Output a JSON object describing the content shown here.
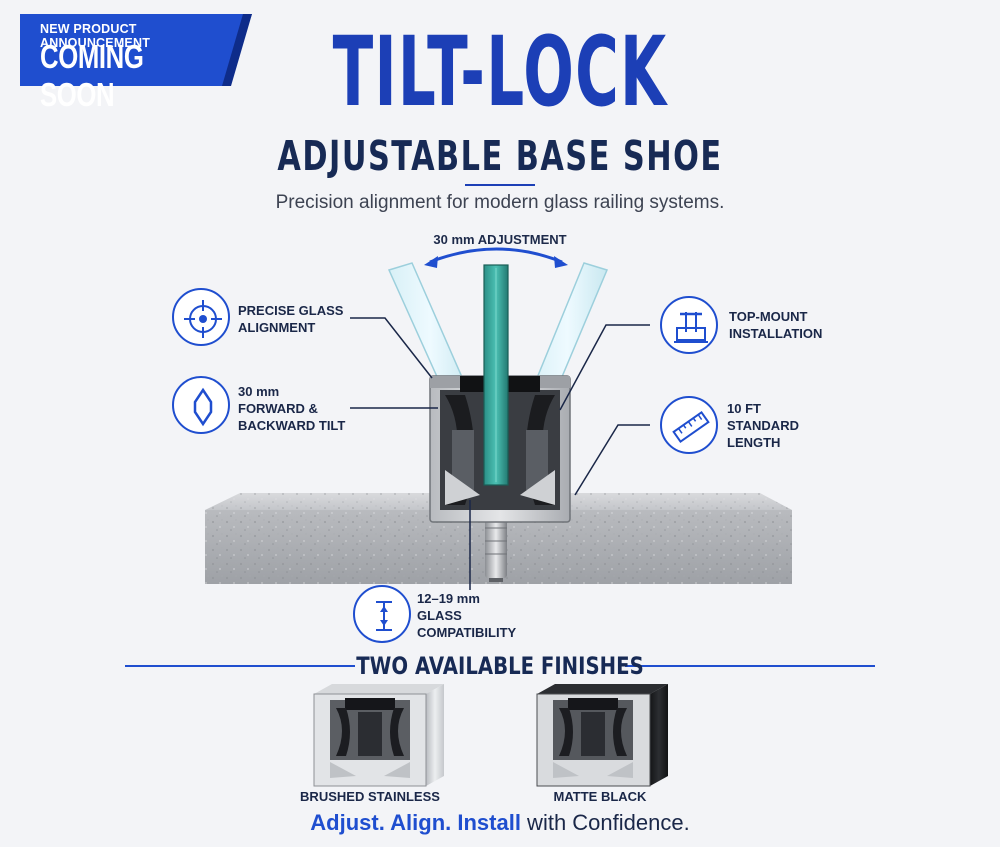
{
  "banner": {
    "announcement": "NEW PRODUCT ANNOUNCEMENT",
    "status": "COMING SOON"
  },
  "product": {
    "title": "TILT-LOCK",
    "subtitle": "ADJUSTABLE BASE SHOE",
    "tagline": "Precision alignment for modern glass railing systems."
  },
  "adjustment": {
    "label": "30 mm ADJUSTMENT"
  },
  "features": {
    "alignment": {
      "icon": "crosshair-icon",
      "line1": "PRECISE GLASS",
      "line2": "ALIGNMENT"
    },
    "tilt": {
      "icon": "tilt-diamond-icon",
      "line1": "30 mm",
      "line2": "FORWARD &",
      "line3": "BACKWARD TILT"
    },
    "mount": {
      "icon": "top-mount-icon",
      "line1": "TOP-MOUNT",
      "line2": "INSTALLATION"
    },
    "length": {
      "icon": "ruler-icon",
      "line1": "10 FT",
      "line2": "STANDARD",
      "line3": "LENGTH"
    },
    "glass": {
      "icon": "thickness-icon",
      "line1": "12–19 mm",
      "line2": "GLASS",
      "line3": "COMPATIBILITY"
    }
  },
  "finishes": {
    "heading": "TWO AVAILABLE FINISHES",
    "items": [
      {
        "label": "BRUSHED STAINLESS",
        "color": "#c9ccd1"
      },
      {
        "label": "MATTE BLACK",
        "color": "#1b1c1f"
      }
    ]
  },
  "closing": {
    "accent": "Adjust. Align. Install",
    "rest": " with Confidence."
  },
  "colors": {
    "accent": "#1f4ecf",
    "navy": "#172a55",
    "glass": "#2fa79c"
  }
}
